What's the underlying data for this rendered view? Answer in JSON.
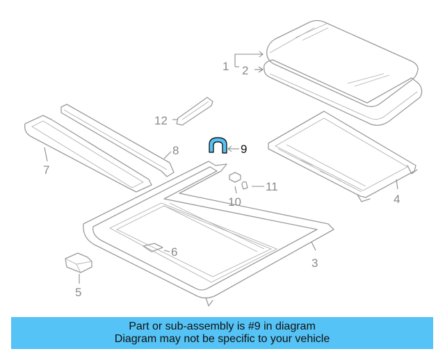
{
  "callouts": {
    "c1": "1",
    "c2": "2",
    "c3": "3",
    "c4": "4",
    "c5": "5",
    "c6": "6",
    "c7": "7",
    "c8": "8",
    "c9": "9",
    "c10": "10",
    "c11": "11",
    "c12": "12"
  },
  "highlighted_part": "9",
  "colors": {
    "banner": "#55c3f5",
    "highlight_part": "#55c3f5",
    "lines": "#9a9a9a"
  },
  "banner": {
    "line1": "Part or sub-assembly is #9 in diagram",
    "line2": "Diagram may not be specific to your vehicle"
  }
}
